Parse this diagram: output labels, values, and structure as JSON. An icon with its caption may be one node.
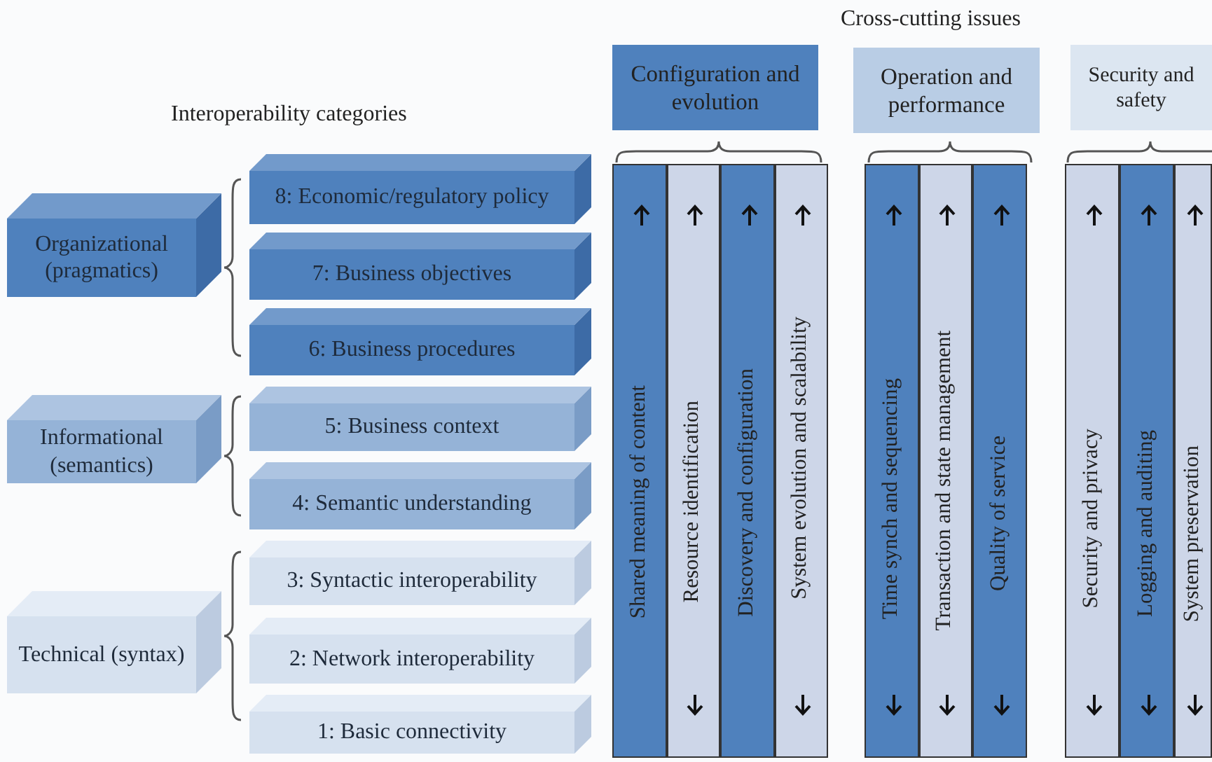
{
  "diagram": {
    "nodes": [
      {
        "text": [
          "Organizational (pragmatics)"
        ]
      },
      {
        "text": [
          "8: Economic/regulatory policy"
        ]
      },
      {
        "text": [
          "7: Business objectives"
        ]
      },
      {
        "text": [
          "6: Business procedures"
        ]
      },
      {
        "text": [
          "Informational (semantics)"
        ]
      },
      {
        "text": [
          "5: Business context"
        ]
      },
      {
        "text": [
          "4: Semantic understanding"
        ]
      },
      {
        "text": [
          "Technical (syntax)"
        ]
      },
      {
        "text": [
          "3: Syntactic interoperability"
        ]
      },
      {
        "text": [
          "2: Network interoperability"
        ]
      },
      {
        "text": [
          "1: Basic connectivity"
        ]
      },
      {
        "text": [
          "Configuration and evolution"
        ]
      },
      {
        "text": [
          "Operation and performance"
        ]
      },
      {
        "text": [
          "Security and safety"
        ]
      },
      {
        "text": [
          "Shared meaning of content"
        ]
      },
      {
        "text": [
          "Resource identification"
        ]
      },
      {
        "text": [
          "Discovery and configuration"
        ]
      },
      {
        "text": [
          "System evolution and scalability"
        ]
      },
      {
        "text": [
          "Time synch and sequencing"
        ]
      },
      {
        "text": [
          "Transaction and state management"
        ]
      },
      {
        "text": [
          "Quality of service"
        ]
      },
      {
        "text": [
          "Security and privacy"
        ]
      },
      {
        "text": [
          "Logging and auditing"
        ]
      },
      {
        "text": [
          "System preservation"
        ]
      }
    ],
    "labels": [
      "Cross-cutting issues",
      "Interoperability categories"
    ]
  }
}
